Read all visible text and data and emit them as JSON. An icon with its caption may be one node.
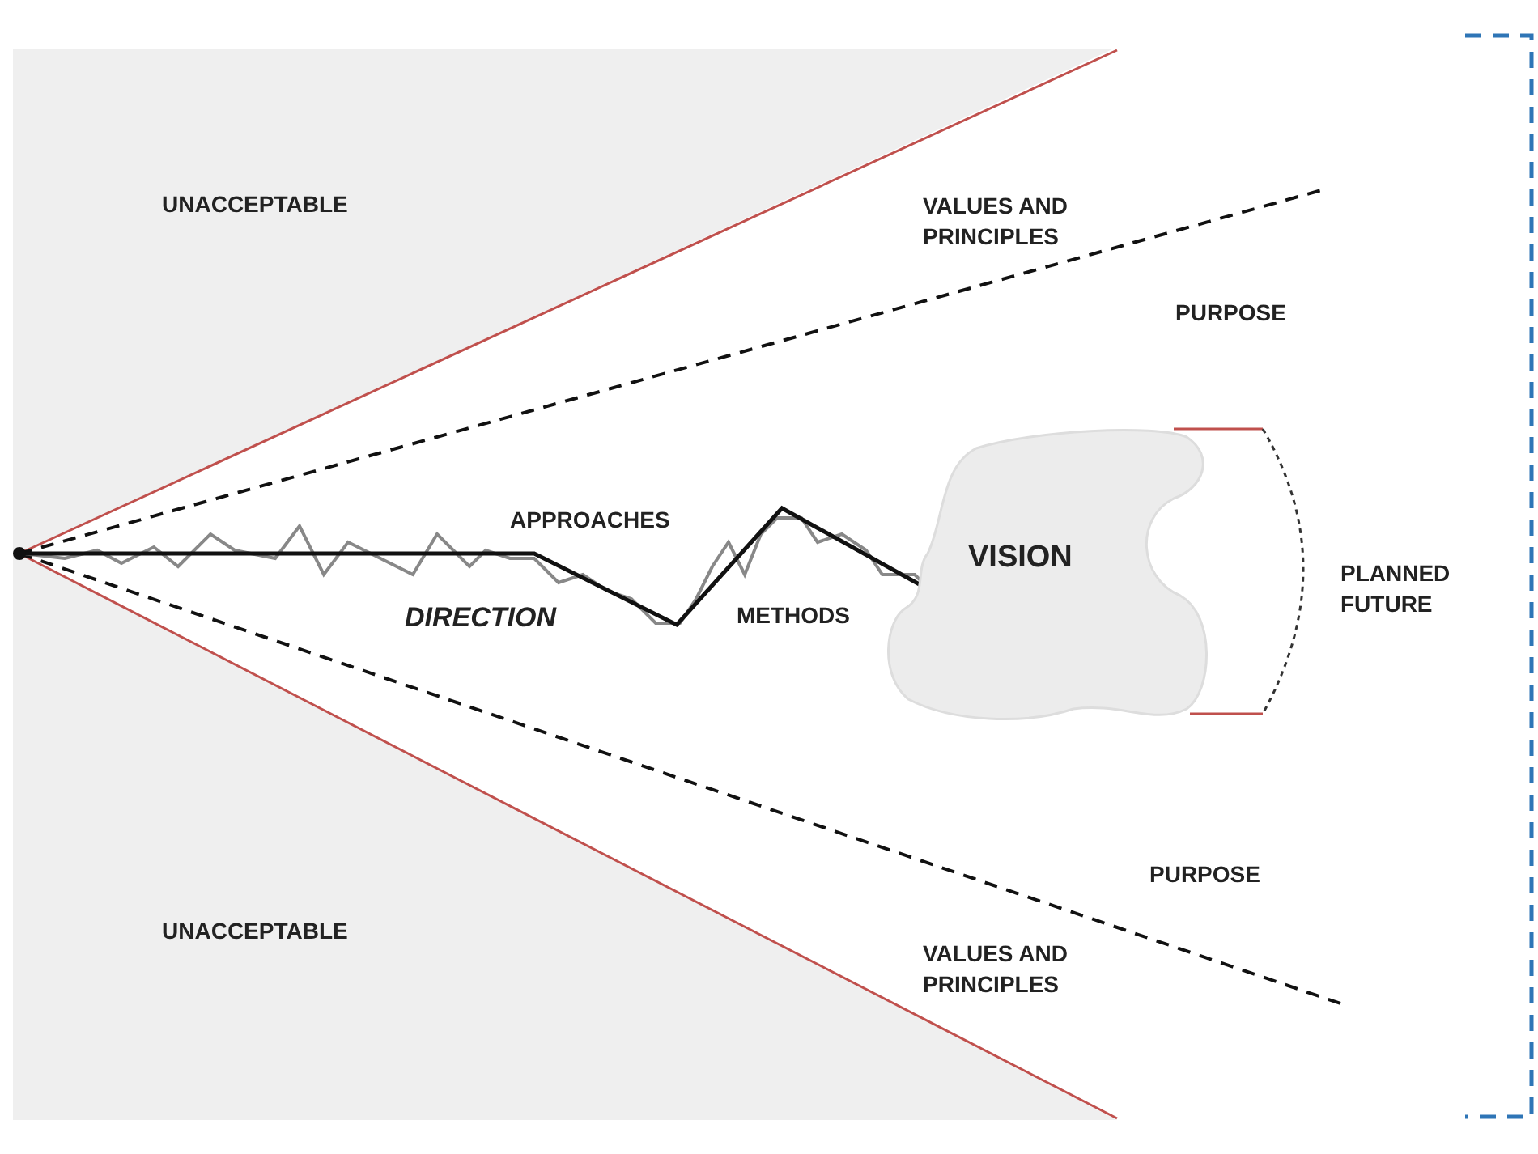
{
  "diagram": {
    "nodes": [
      {
        "text": [
          "VISION"
        ]
      }
    ],
    "labels": [
      "UNACCEPTABLE",
      "VALUES AND PRINCIPLES",
      "PURPOSE",
      "APPROACHES",
      "PLANNED FUTURE",
      "DIRECTION",
      "METHODS",
      "PURPOSE",
      "UNACCEPTABLE",
      "VALUES AND PRINCIPLES"
    ]
  }
}
